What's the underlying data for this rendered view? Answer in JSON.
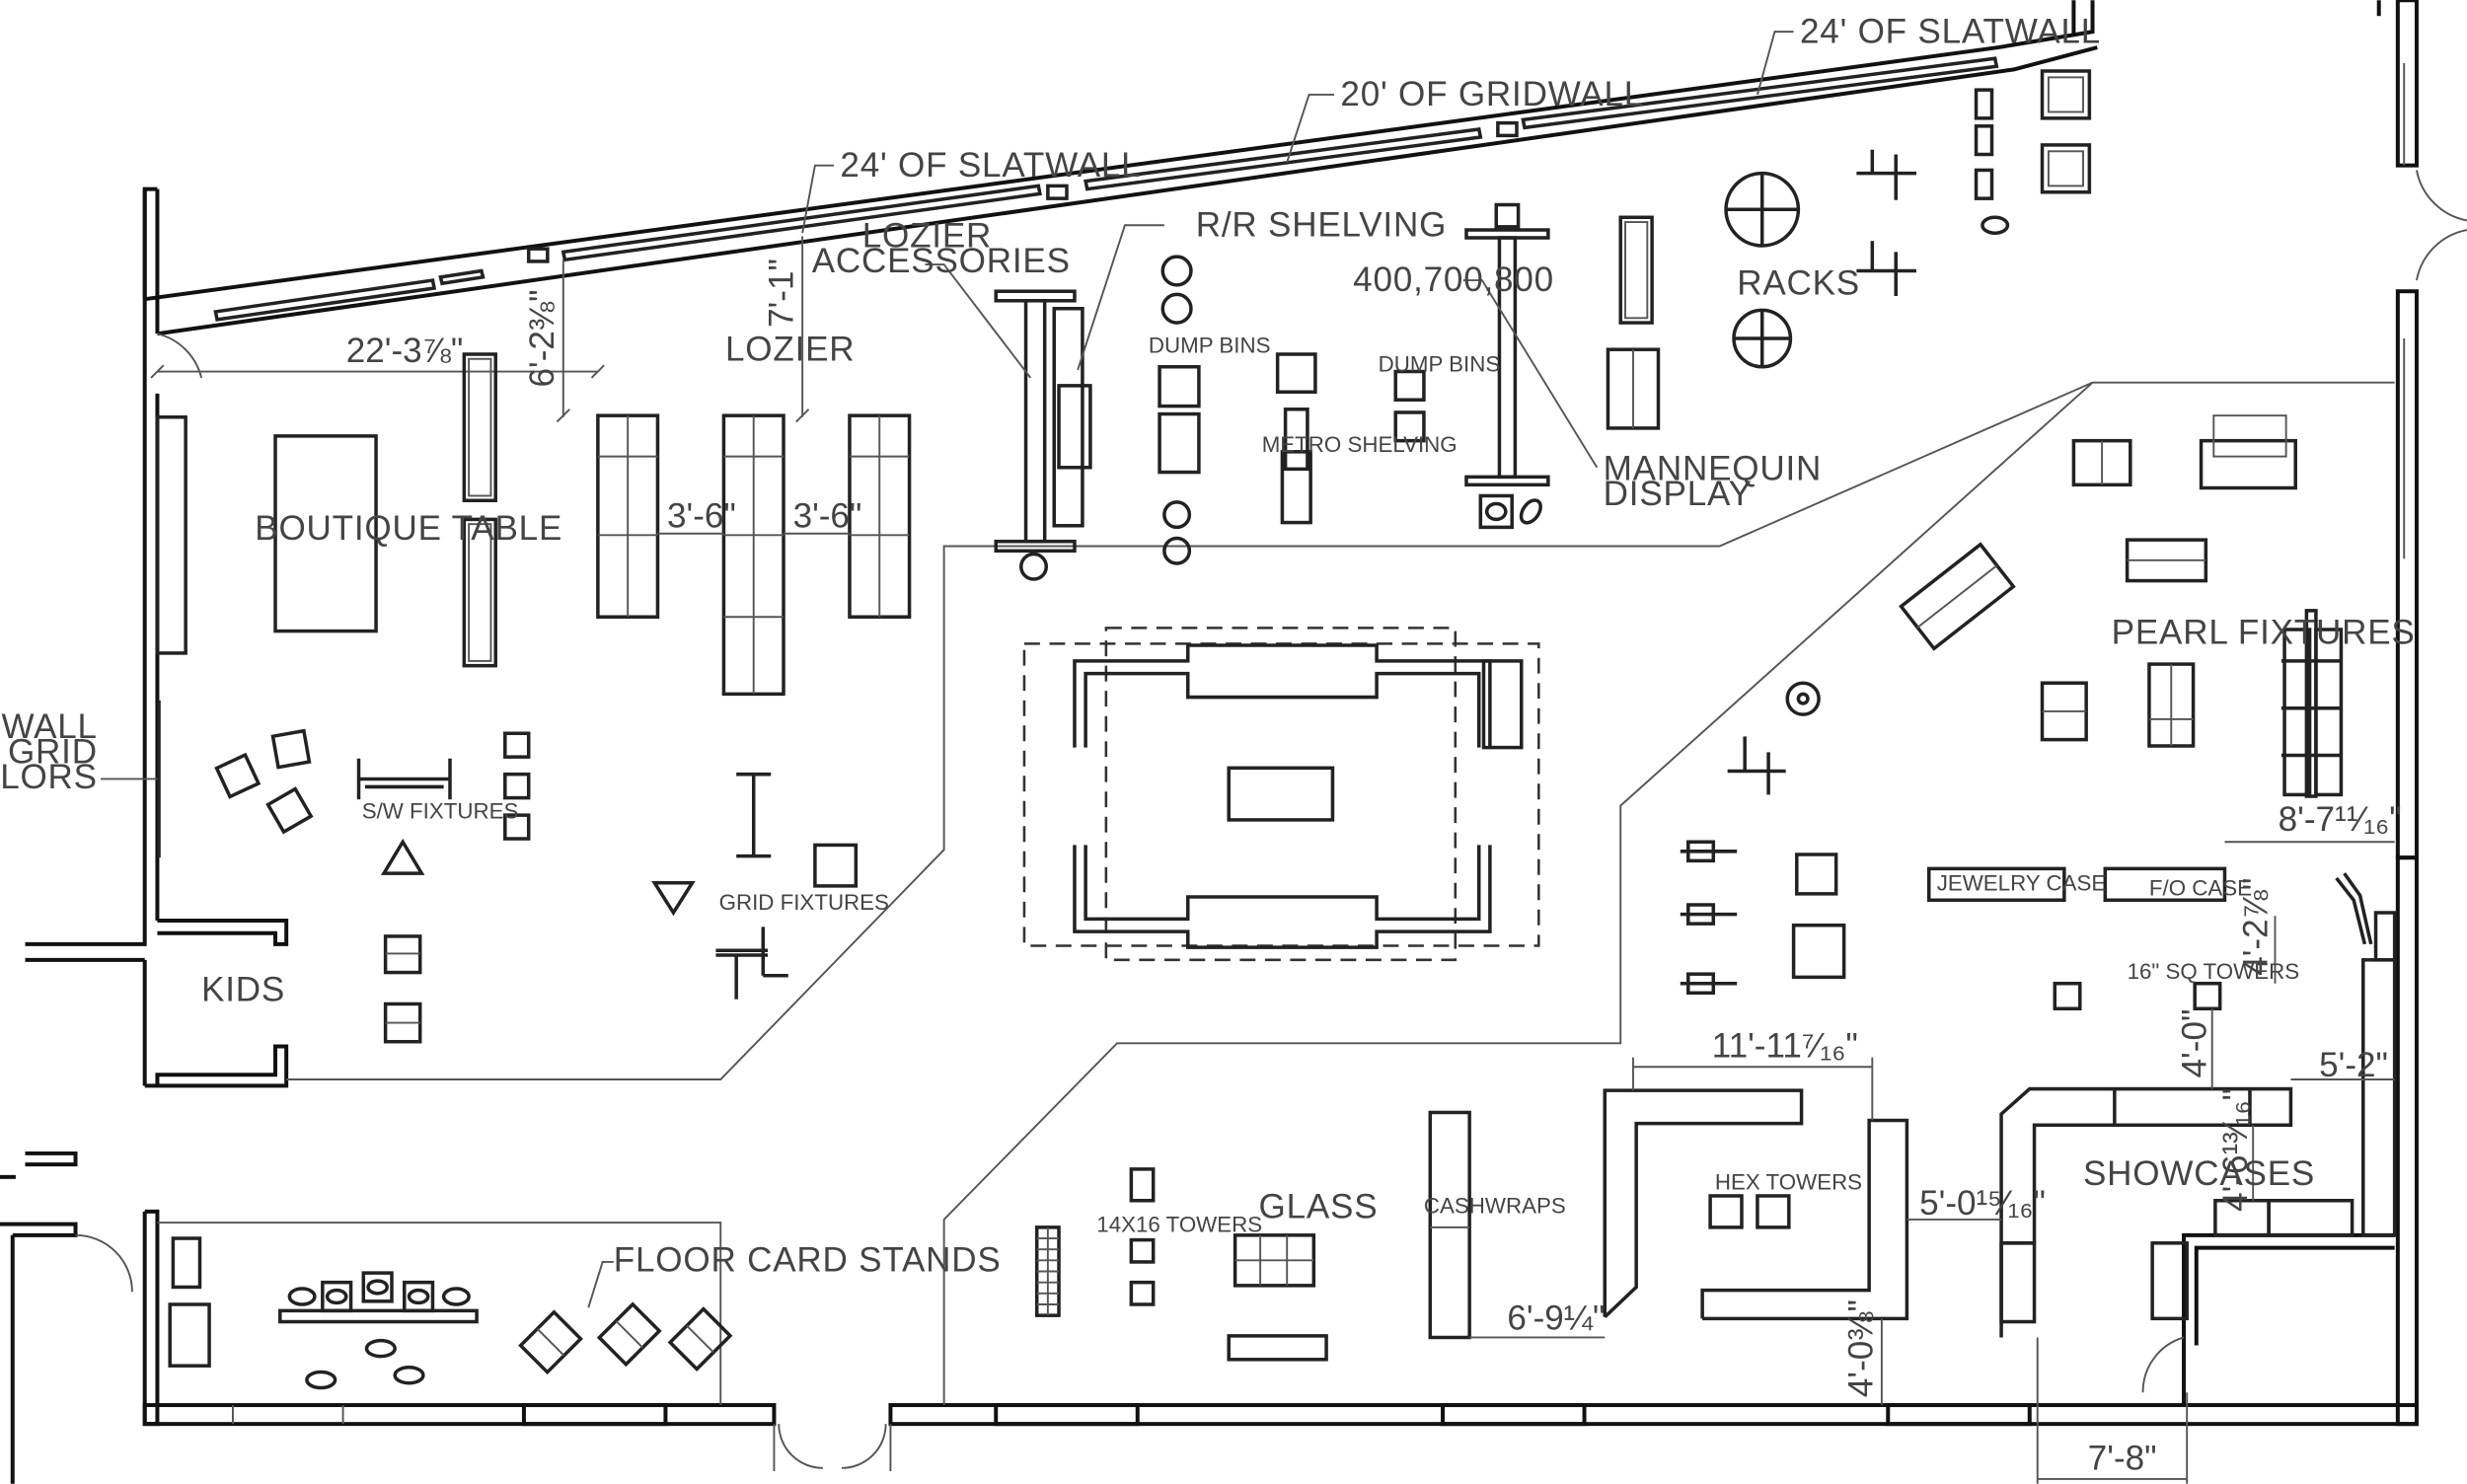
{
  "labels": {
    "slatwall_top_right": "24' OF SLATWALL",
    "gridwall_top": "20' OF GRIDWALL",
    "slatwall_top_left": "24' OF SLATWALL",
    "rr_shelving": "R/R SHELVING",
    "lozier_accessories": "LOZIER\nACCESSORIES",
    "lozier": "LOZIER",
    "dump_bins_1": "DUMP BINS",
    "dump_bins_2": "DUMP BINS",
    "metro_shelving": "METRO SHELVING",
    "model_numbers": "400,700,800",
    "mannequin_display": "MANNEQUIN\nDISPLAY",
    "racks": "RACKS",
    "boutique_table": "BOUTIQUE TABLE",
    "slatwall_grid_colors": "SLATWALL\nGRID\nCOLORS",
    "sw_fixtures": "S/W FIXTURES",
    "grid_fixtures": "GRID FIXTURES",
    "kids": "KIDS",
    "pearl_fixtures": "PEARL FIXTURES",
    "jewelry_case": "JEWELRY CASE",
    "fo_case": "F/O CASE",
    "sq_towers": "16\" SQ TOWERS",
    "showcases": "SHOWCASES",
    "hex_towers": "HEX TOWERS",
    "cashwraps": "CASHWRAPS",
    "glass": "GLASS",
    "towers_14x16": "14X16 TOWERS",
    "floor_card_stands": "FLOOR CARD STANDS"
  },
  "dimensions": {
    "d_6_2": "6'-2⅜\"",
    "d_7_1": "7'-1\"",
    "d_22_3": "22'-3⅞\"",
    "d_3_6_a": "3'-6\"",
    "d_3_6_b": "3'-6\"",
    "d_8_7": "8'-7¹¹⁄₁₆\"",
    "d_4_2": "4'-2⅞\"",
    "d_4_0": "4'-0\"",
    "d_5_2": "5'-2\"",
    "d_11_11": "11'-11⁷⁄₁₆\"",
    "d_5_0": "5'-0¹⁵⁄₁₆\"",
    "d_4_6": "4'-6¹³⁄₁₆\"",
    "d_6_9": "6'-9¼\"",
    "d_4_0b": "4'-0⅜\"",
    "d_7_8": "7'-8\""
  }
}
